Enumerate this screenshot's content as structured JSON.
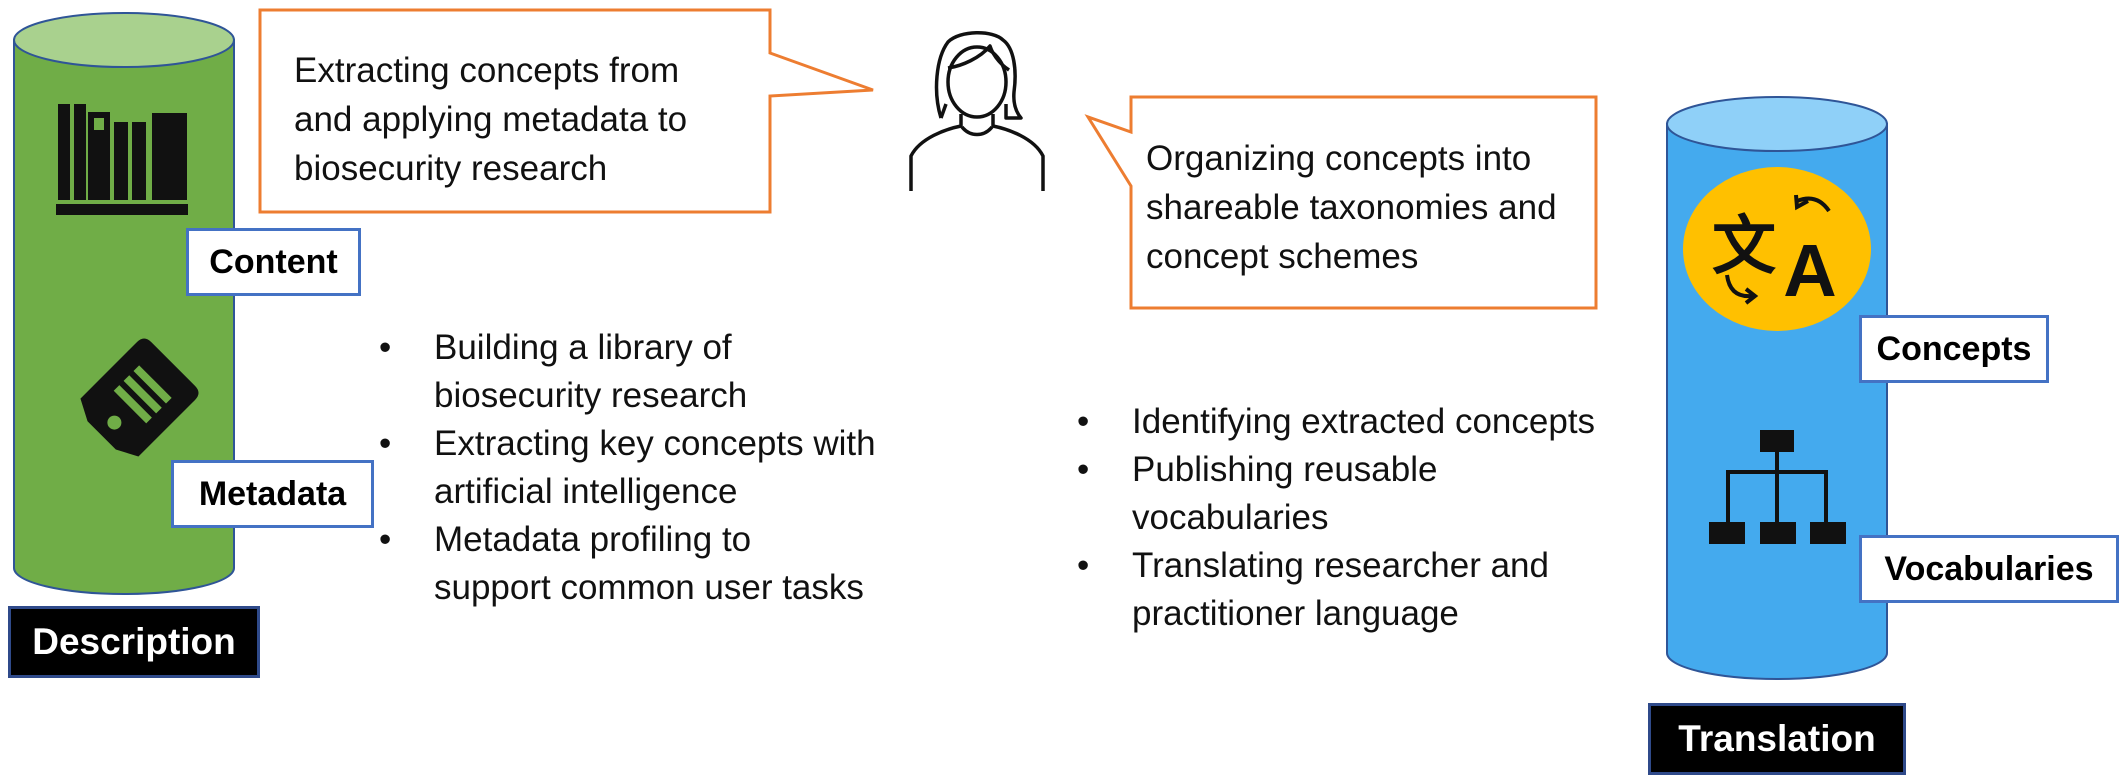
{
  "left_callout": {
    "lines": [
      "Extracting concepts from",
      "and applying metadata to",
      "biosecurity research"
    ]
  },
  "right_callout": {
    "lines": [
      "Organizing concepts into",
      "shareable taxonomies and",
      "concept schemes"
    ]
  },
  "description": {
    "title": "Description",
    "content_label": "Content",
    "metadata_label": "Metadata",
    "bullets": [
      [
        "Building a library of",
        "biosecurity research"
      ],
      [
        "Extracting key concepts with",
        "artificial intelligence"
      ],
      [
        "Metadata profiling to",
        "support common user tasks"
      ]
    ]
  },
  "translation": {
    "title": "Translation",
    "concepts_label": "Concepts",
    "vocabularies_label": "Vocabularies",
    "bullets": [
      [
        "Identifying extracted concepts"
      ],
      [
        "Publishing reusable",
        "vocabularies"
      ],
      [
        "Translating researcher and",
        "practitioner language"
      ]
    ]
  },
  "colors": {
    "callout_border": "#ed7d31",
    "label_border": "#4472c4",
    "green_cylinder": "#70ad47",
    "green_cylinder_top": "#a9d18e",
    "blue_cylinder": "#44aaee",
    "blue_cylinder_top": "#8fd0f8",
    "translate_circle": "#ffc000"
  },
  "icons": [
    "books-icon",
    "tag-icon",
    "person-icon",
    "translate-icon",
    "hierarchy-icon"
  ]
}
